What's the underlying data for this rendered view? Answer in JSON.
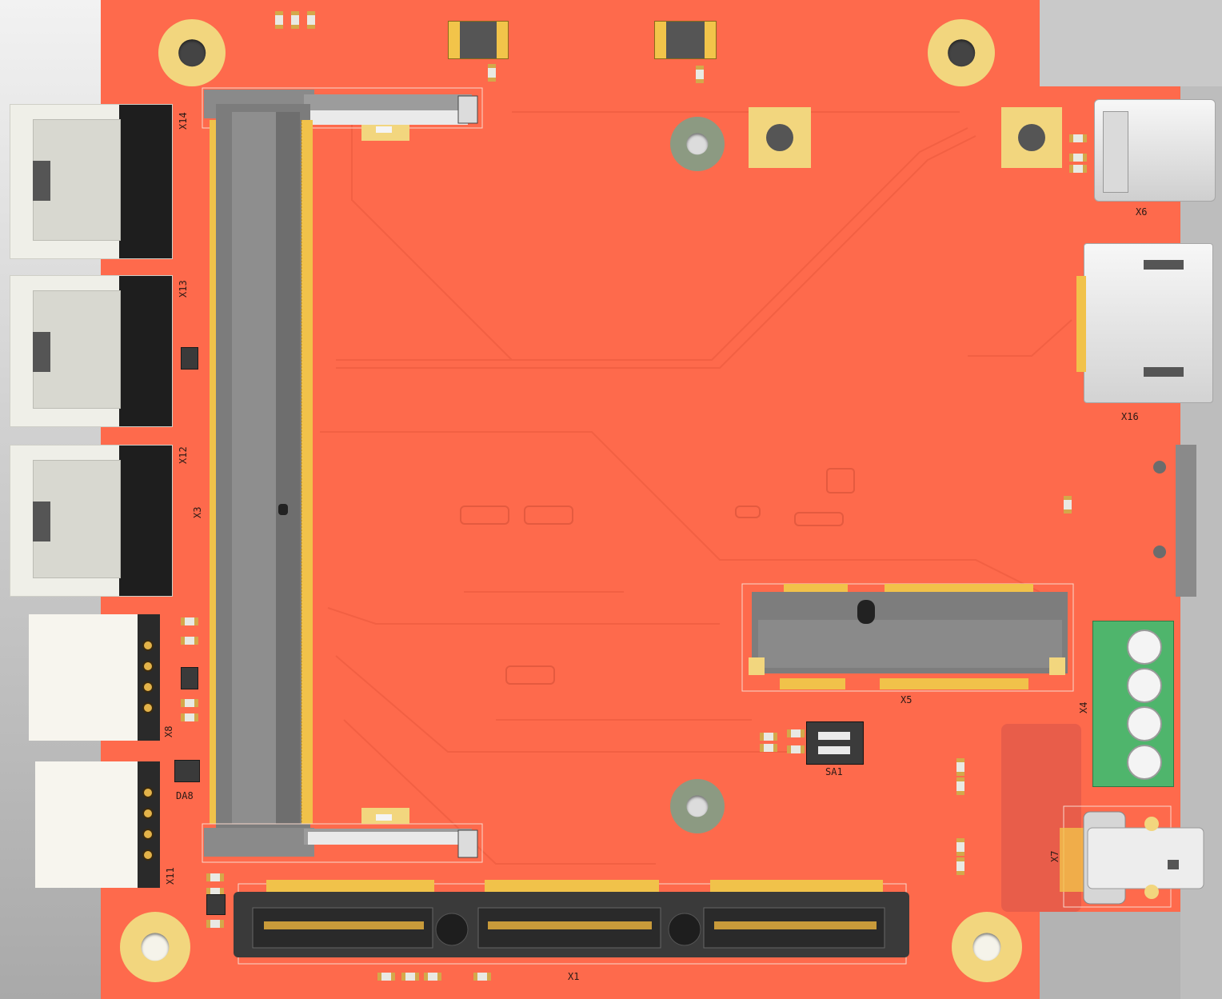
{
  "board": {
    "background": "#cfcfcf",
    "pcb_color": "#fe6a4c",
    "pad_color": "#f2d67e"
  },
  "refdes": {
    "x14": "X14",
    "x13": "X13",
    "x12": "X12",
    "x3": "X3",
    "x8": "X8",
    "x11": "X11",
    "da8": "DA8",
    "x6": "X6",
    "x16": "X16",
    "x5": "X5",
    "x4": "X4",
    "sa1": "SA1",
    "x7": "X7",
    "x1": "X1"
  },
  "icons": {
    "mounting_hole": "mounting-hole-icon",
    "rj45": "rj45-jack-icon",
    "usb_c": "usb-c-icon",
    "hdmi": "hdmi-icon",
    "terminal_block": "terminal-block-icon",
    "dip_switch": "dip-switch-icon"
  }
}
